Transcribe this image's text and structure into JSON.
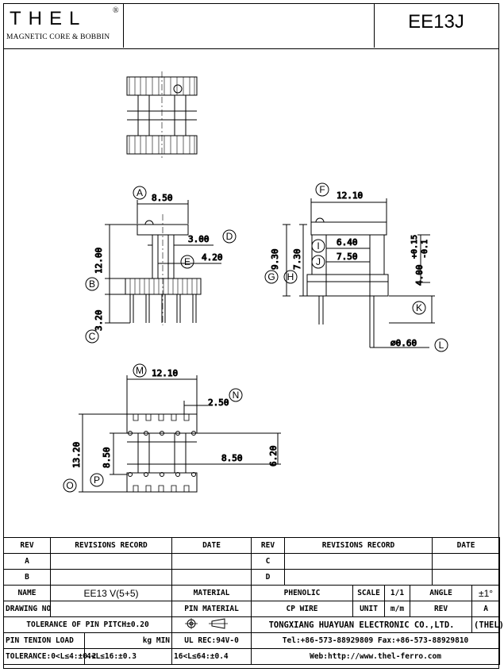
{
  "header": {
    "logo": "THEL",
    "logo_reg": "®",
    "logo_sub": "MAGNETIC CORE & BOBBIN",
    "part": "EE13J"
  },
  "dims": {
    "A": "8.50",
    "D": "3.00",
    "E": "4.20",
    "B": "12.00",
    "C": "3.20",
    "F": "12.10",
    "I": "6.40",
    "J": "7.50",
    "H": "7.30",
    "G": "9.30",
    "K": "4.00",
    "K_tol_plus": "+0.15",
    "K_tol_minus": "-0.1",
    "L": "⌀0.60",
    "M": "12.10",
    "N": "2.50",
    "pitch": "8.50",
    "inner": "8.50",
    "O": "13.20",
    "side": "6.20"
  },
  "callouts": [
    "A",
    "B",
    "C",
    "D",
    "E",
    "F",
    "G",
    "H",
    "I",
    "J",
    "K",
    "L",
    "M",
    "N",
    "O",
    "P"
  ],
  "titleblock": {
    "rev_h": "REV",
    "rec_h": "REVISIONS RECORD",
    "date_h": "DATE",
    "rev_a": "A",
    "rev_b": "B",
    "rev_c": "C",
    "rev_d": "D",
    "name_l": "NAME",
    "name_v": "EE13 V(5+5)",
    "mat_l": "MATERIAL",
    "mat_v": "PHENOLIC",
    "scale_l": "SCALE",
    "scale_v": "1/1",
    "angle_l": "ANGLE",
    "angle_v": "±1°",
    "dwg_l": "DRAWING NO",
    "pinmat_l": "PIN MATERIAL",
    "pinmat_v": "CP WIRE",
    "unit_l": "UNIT",
    "unit_v": "m/m",
    "rev_l": "REV",
    "rev_v": "A",
    "tol_pitch": "TOLERANCE OF PIN PITCH±0.20",
    "company": "TONGXIANG HUAYUAN ELECTRONIC CO.,LTD.",
    "company_short": "(THEL)",
    "pin_load": "PIN TENION LOAD",
    "pin_load_u": "kg MIN",
    "ul": "UL REC:94V-0",
    "tel": "Tel:+86-573-88929809 Fax:+86-573-88929810",
    "tol_l1": "TOLERANCE:0<L≤4:±0.2",
    "tol_l2": "4<L≤16:±0.3",
    "tol_l3": "16<L≤64:±0.4",
    "web": "Web:http://www.thel-ferro.com"
  }
}
